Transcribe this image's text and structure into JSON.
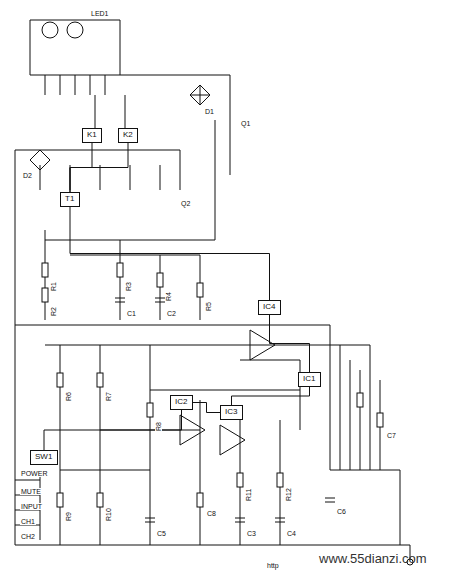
{
  "diagram": {
    "nodes": [
      {
        "text": [
          "K1"
        ]
      },
      {
        "text": [
          "K2"
        ]
      },
      {
        "text": [
          "T1"
        ]
      },
      {
        "text": [
          "IC1"
        ]
      },
      {
        "text": [
          "IC2"
        ]
      },
      {
        "text": [
          "IC3"
        ]
      },
      {
        "text": [
          "IC4"
        ]
      },
      {
        "text": [
          "SW1"
        ]
      }
    ],
    "edges": [
      {
        "from": 0,
        "to": 2,
        "arrow": "none"
      },
      {
        "from": 1,
        "to": 2,
        "arrow": "none"
      },
      {
        "from": 2,
        "to": 6,
        "arrow": "none"
      },
      {
        "from": 6,
        "to": 3,
        "arrow": "none"
      },
      {
        "from": 4,
        "to": 5,
        "arrow": "none"
      },
      {
        "from": 5,
        "to": 3,
        "arrow": "none"
      },
      {
        "from": 7,
        "to": 4,
        "arrow": "none"
      }
    ],
    "labels": [
      "www.55dianzi.com",
      "http",
      "POWER",
      "MUTE",
      "INPUT",
      "CH1",
      "CH2",
      "D1",
      "D2",
      "Q1",
      "Q2",
      "LED1",
      "R1",
      "R2",
      "R3",
      "R4",
      "R5",
      "R6",
      "R7",
      "R8",
      "R9",
      "R10",
      "R11",
      "R12",
      "C1",
      "C2",
      "C3",
      "C4",
      "C5",
      "C6",
      "C7",
      "C8"
    ]
  }
}
